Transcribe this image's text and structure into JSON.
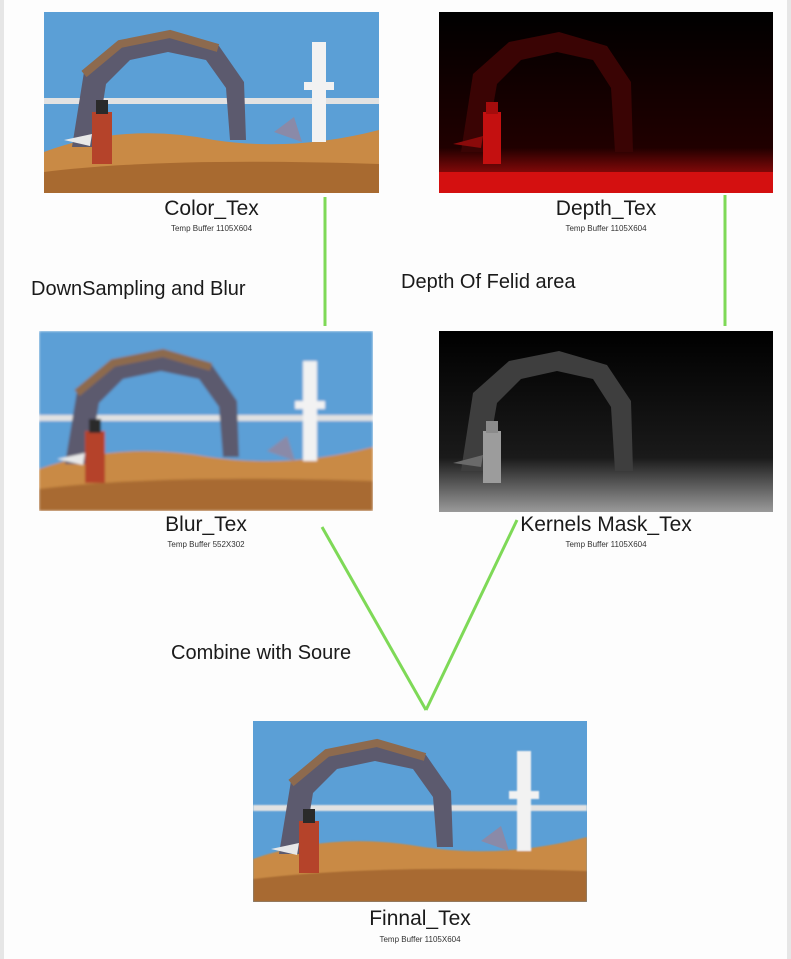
{
  "nodes": {
    "color_tex": {
      "title": "Color_Tex",
      "subtitle": "Temp Buffer 1105X604"
    },
    "depth_tex": {
      "title": "Depth_Tex",
      "subtitle": "Temp Buffer 1105X604"
    },
    "blur_tex": {
      "title": "Blur_Tex",
      "subtitle": "Temp Buffer 552X302"
    },
    "kernels_tex": {
      "title": "Kernels Mask_Tex",
      "subtitle": "Temp Buffer 1105X604"
    },
    "finnal_tex": {
      "title": "Finnal_Tex",
      "subtitle": "Temp Buffer 1105X604"
    }
  },
  "steps": {
    "downsample": "DownSampling and Blur",
    "depth_area": "Depth Of Felid area",
    "combine": "Combine with Soure"
  },
  "colors": {
    "connector": "#7ed957",
    "sky": "#5b9fd6",
    "sand": "#c98a45",
    "depth_red": "#d41010"
  }
}
